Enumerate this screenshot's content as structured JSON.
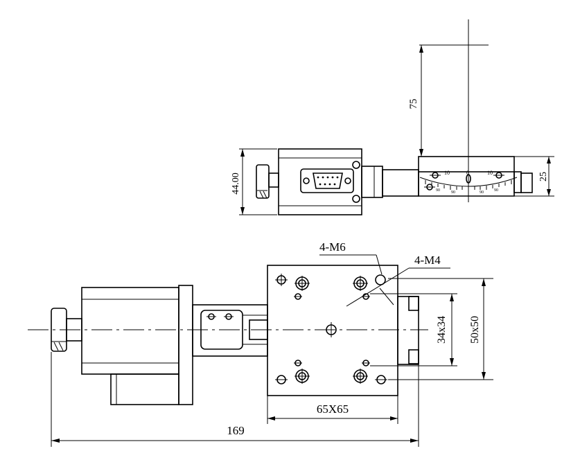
{
  "dimensions": {
    "height_75": "75",
    "width_44": "44.00",
    "height_25": "25",
    "thread_m6": "4-M6",
    "thread_m4": "4-M4",
    "pitch_34": "34x34",
    "pitch_50": "50x50",
    "table_65": "65X65",
    "length_169": "169"
  },
  "scale": {
    "top_labels": [
      "10",
      "0",
      "10"
    ],
    "bottom_labels": [
      "90",
      "90",
      "90",
      "90"
    ]
  }
}
